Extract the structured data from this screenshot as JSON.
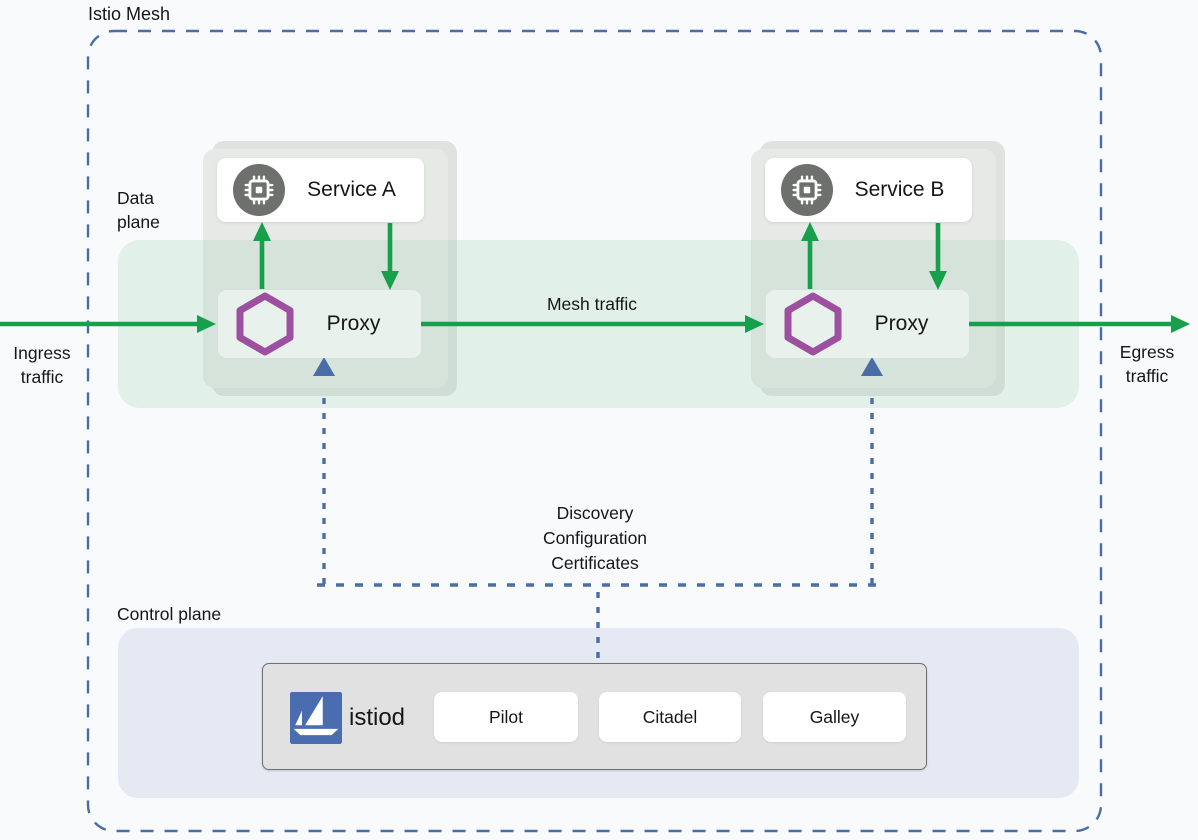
{
  "title": "Istio Mesh",
  "labels": {
    "data_plane": "Data plane",
    "control_plane": "Control plane",
    "ingress": "Ingress traffic",
    "egress": "Egress traffic",
    "mesh_traffic": "Mesh traffic"
  },
  "control_link": {
    "lines": [
      "Discovery",
      "Configuration",
      "Certificates"
    ]
  },
  "pods": [
    {
      "service": "Service A",
      "proxy": "Proxy"
    },
    {
      "service": "Service B",
      "proxy": "Proxy"
    }
  ],
  "istiod": {
    "name": "istiod",
    "components": [
      "Pilot",
      "Citadel",
      "Galley"
    ]
  },
  "colors": {
    "mesh_border_blue": "#4a6da8",
    "traffic_green": "#16a04c",
    "proxy_hexagon_purple": "#9d4fa0",
    "istio_logo_blue": "#4a6db0",
    "service_icon_gray": "#6e706e",
    "data_plane_band": "#e3efe9",
    "control_plane_panel": "#e4e9f4",
    "pod_gray": "#e7e9e7",
    "background": "#f8fafc"
  }
}
